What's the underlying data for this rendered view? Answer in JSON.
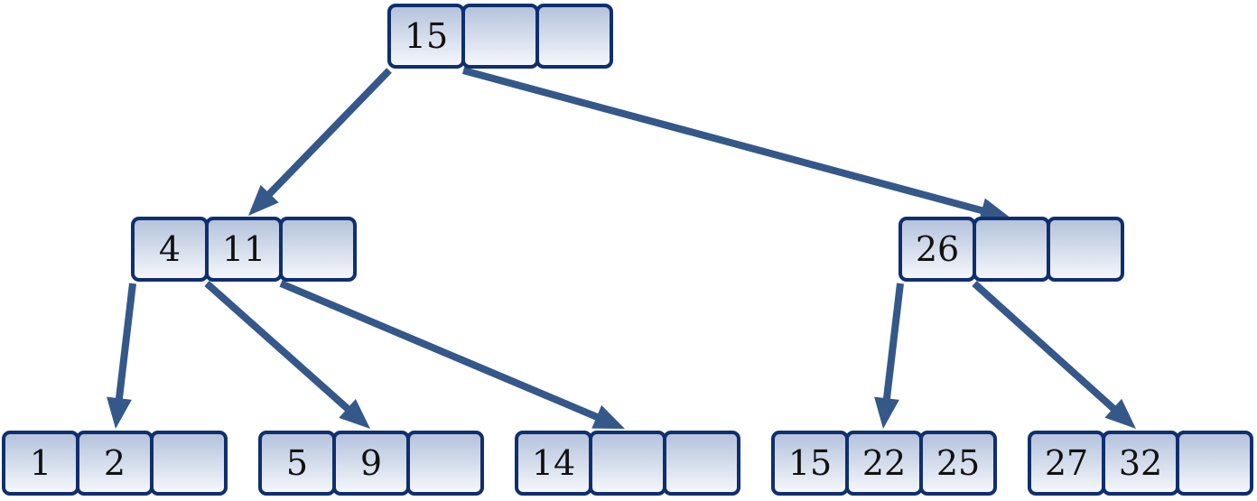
{
  "btree": {
    "nodes": [
      {
        "id": "root",
        "keys": [
          "15",
          "",
          ""
        ]
      },
      {
        "id": "internal-left",
        "keys": [
          "4",
          "11",
          ""
        ]
      },
      {
        "id": "internal-right",
        "keys": [
          "26",
          "",
          ""
        ]
      },
      {
        "id": "leaf-1",
        "keys": [
          "1",
          "2",
          ""
        ]
      },
      {
        "id": "leaf-2",
        "keys": [
          "5",
          "9",
          ""
        ]
      },
      {
        "id": "leaf-3",
        "keys": [
          "14",
          "",
          ""
        ]
      },
      {
        "id": "leaf-4",
        "keys": [
          "15",
          "22",
          "25"
        ]
      },
      {
        "id": "leaf-5",
        "keys": [
          "27",
          "32",
          ""
        ]
      }
    ],
    "edges": [
      {
        "from": "root",
        "to": "internal-left"
      },
      {
        "from": "root",
        "to": "internal-right"
      },
      {
        "from": "internal-left",
        "to": "leaf-1"
      },
      {
        "from": "internal-left",
        "to": "leaf-2"
      },
      {
        "from": "internal-left",
        "to": "leaf-3"
      },
      {
        "from": "internal-right",
        "to": "leaf-4"
      },
      {
        "from": "internal-right",
        "to": "leaf-5"
      }
    ],
    "colors": {
      "edge": "#345889",
      "cell_border": "#0f2f6e",
      "cell_fill_top": "#b2c1db",
      "cell_fill_bottom": "#f6f8fc",
      "text": "#111111"
    }
  }
}
